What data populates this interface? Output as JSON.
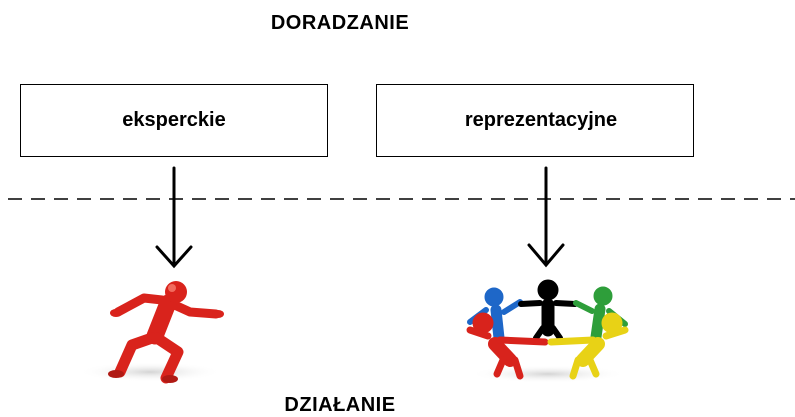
{
  "diagram": {
    "top_label": "DORADZANIE",
    "bottom_label": "DZIAŁANIE",
    "boxes": [
      {
        "label": "eksperckie",
        "figure": "running-person-figure"
      },
      {
        "label": "reprezentacyjne",
        "figure": "group-circle-figure"
      }
    ],
    "colors": {
      "runner": "#d9231c",
      "group": [
        "#000000",
        "#2e9e3a",
        "#e8d216",
        "#d8231c",
        "#1e67c8"
      ]
    }
  }
}
